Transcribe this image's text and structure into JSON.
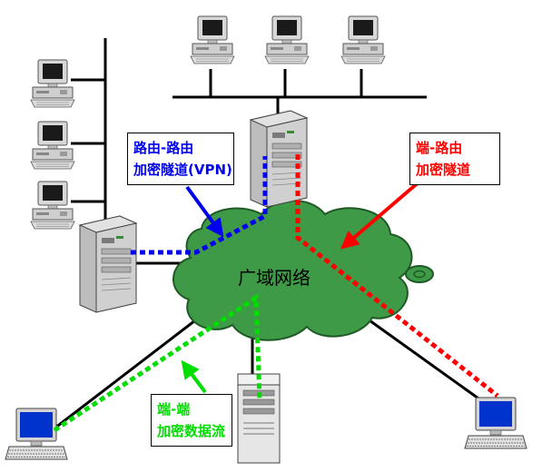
{
  "colors": {
    "vpn": "#0000ee",
    "end_to_router": "#ff0000",
    "end_to_end": "#00dd00",
    "cloud": "#3e9a46",
    "cloud_edge": "#1f5a26",
    "monitor_screen": "#0033cc"
  },
  "wan": {
    "label": "广域网络"
  },
  "callouts": {
    "vpn": {
      "line1": "路由-路由",
      "line2": "加密隧道(VPN)"
    },
    "end_to_router": {
      "line1": "端-路由",
      "line2": "加密隧道"
    },
    "end_to_end": {
      "line1": "端-端",
      "line2": "加密数据流"
    }
  },
  "icons": {
    "desktops": "desktop-computer-icon",
    "servers": "server-tower-icon",
    "laptops": "laptop-terminal-icon",
    "cloud": "wan-cloud-icon"
  }
}
